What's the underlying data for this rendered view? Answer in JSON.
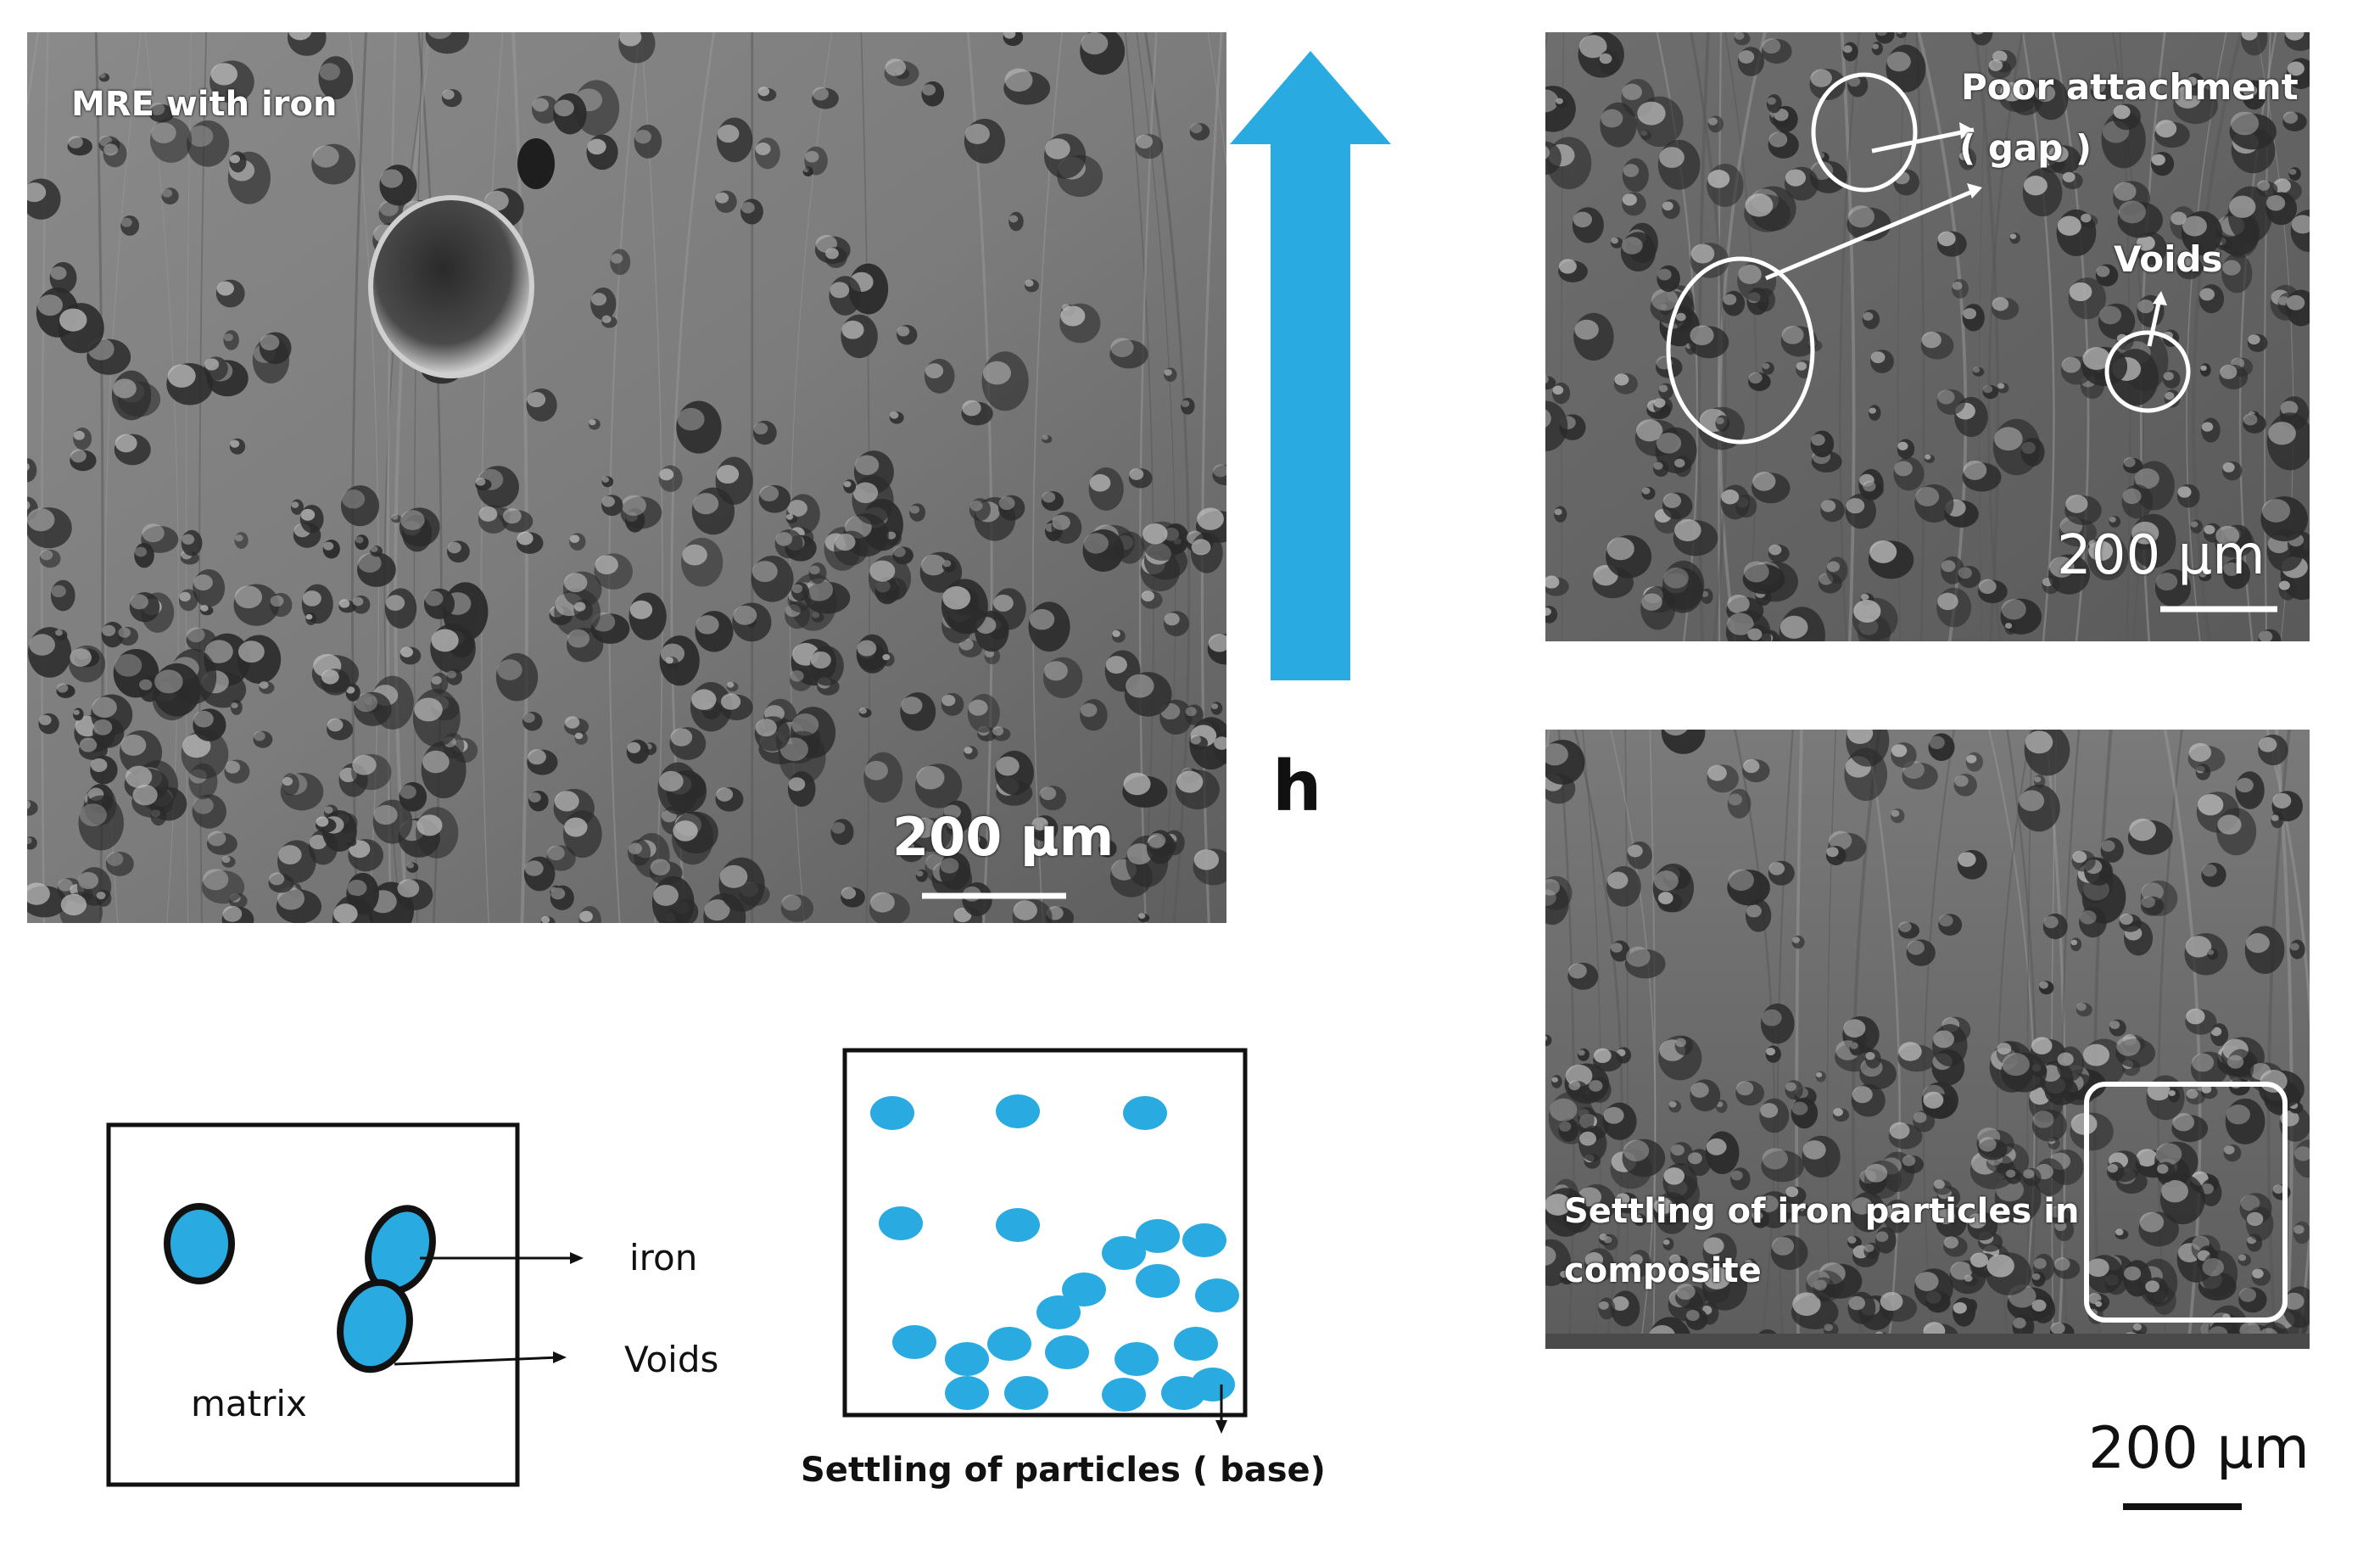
{
  "main_panel": {
    "label": "MRE with iron",
    "scale": "200 μm"
  },
  "arrow_label": "h",
  "top_right_panel": {
    "poor_attachment_line1": "Poor attachment",
    "poor_attachment_line2": "( gap )",
    "voids": "Voids",
    "scale": "200 μm"
  },
  "bottom_right_panel": {
    "settling_line1": "Settling of iron particles in",
    "settling_line2": "composite"
  },
  "bottom_right_scale": "200 μm",
  "schematic_left": {
    "iron": "iron",
    "voids": "Voids",
    "matrix": "matrix"
  },
  "schematic_right": {
    "caption": "Settling of particles ( base)"
  },
  "colors": {
    "particle": "#29abe2",
    "arrow": "#29abe2",
    "sem_base": "#7a7a7a"
  }
}
